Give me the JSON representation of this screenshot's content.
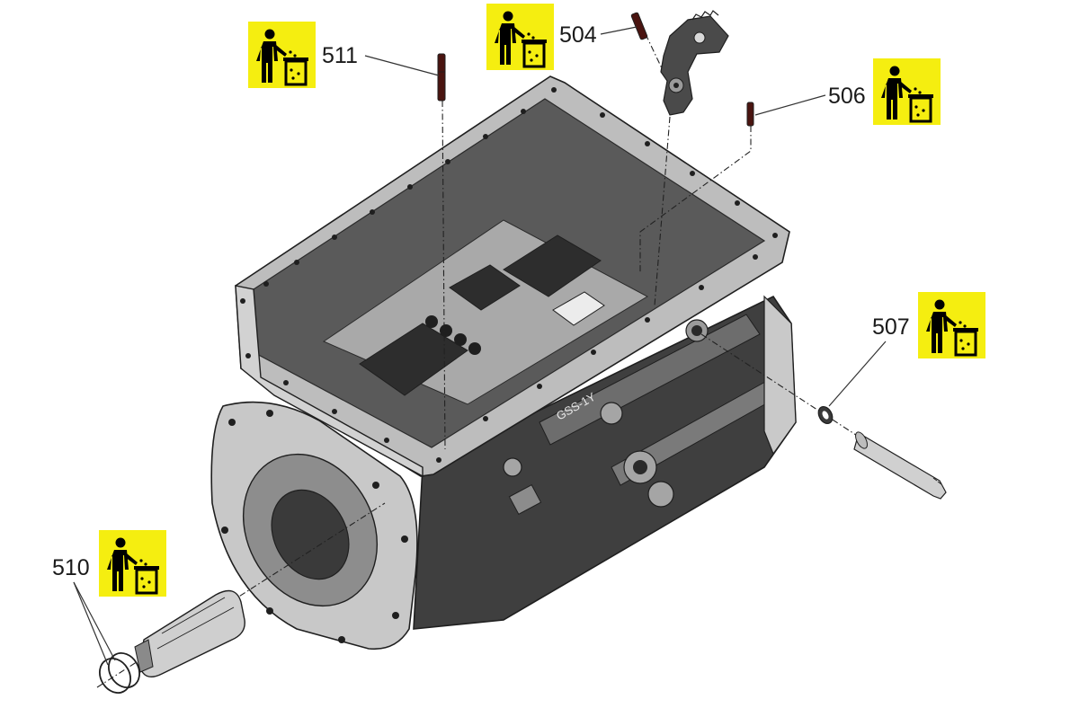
{
  "callouts": [
    {
      "id": "511",
      "label": "511"
    },
    {
      "id": "504",
      "label": "504"
    },
    {
      "id": "506",
      "label": "506"
    },
    {
      "id": "507",
      "label": "507"
    },
    {
      "id": "510",
      "label": "510"
    }
  ],
  "housing_marking": "GSS-1Y",
  "badge_icon": "dispose-in-bin-icon",
  "colors": {
    "badge": "#f5ee10",
    "housing_light": "#d4d4d4",
    "housing_mid": "#9a9a9a",
    "housing_dark": "#3c3c3c",
    "pin": "#4a1410"
  }
}
